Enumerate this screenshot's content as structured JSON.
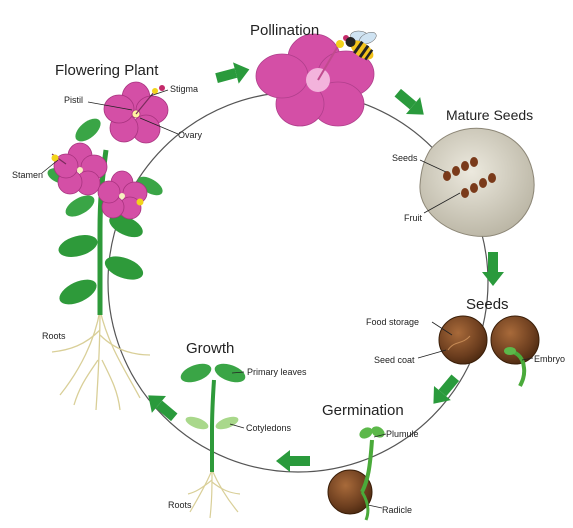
{
  "stages": {
    "flowering_plant": "Flowering Plant",
    "pollination": "Pollination",
    "mature_seeds": "Mature Seeds",
    "seeds": "Seeds",
    "germination": "Germination",
    "growth": "Growth"
  },
  "labels": {
    "pistil": "Pistil",
    "stigma": "Stigma",
    "ovary": "Ovary",
    "stamen": "Stamen",
    "roots_plant": "Roots",
    "seeds_in_fruit": "Seeds",
    "fruit": "Fruit",
    "food_storage": "Food storage",
    "seed_coat": "Seed coat",
    "embryo": "Embryo",
    "plumule": "Plumule",
    "radicle": "Radicle",
    "primary_leaves": "Primary leaves",
    "cotyledons": "Cotyledons",
    "roots_seedling": "Roots"
  },
  "colors": {
    "petal": "#d44fa6",
    "petal_dark": "#a8337f",
    "leaf": "#2e9a3a",
    "leaf_light": "#6cc35a",
    "arrow": "#2a9a3c",
    "seed_brown": "#6b3d1e",
    "fruit": "#d6d2c4",
    "root": "#e4d9a6"
  }
}
